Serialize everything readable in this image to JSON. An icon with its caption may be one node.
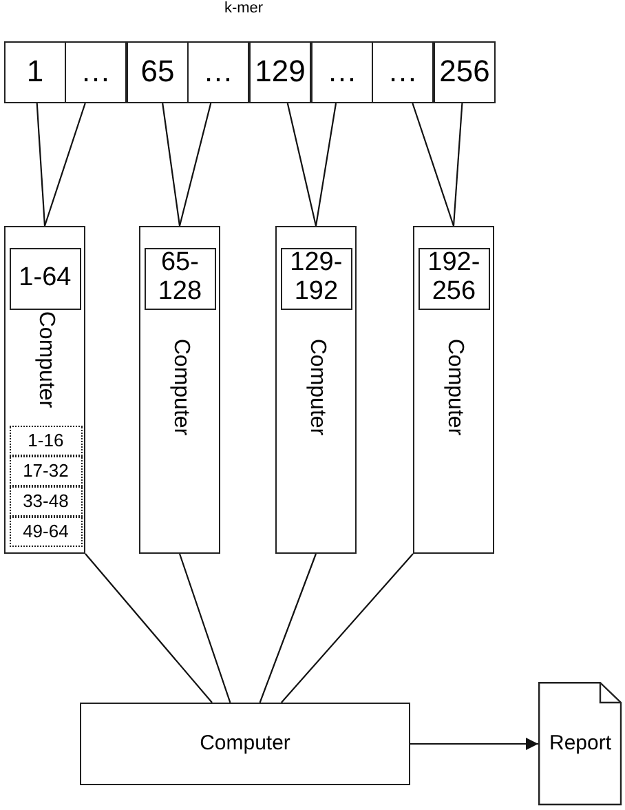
{
  "diagram": {
    "title": "k-mer",
    "nodes": [
      {
        "text": [
          "1"
        ]
      },
      {
        "text": [
          "…"
        ]
      },
      {
        "text": [
          "65"
        ]
      },
      {
        "text": [
          "…"
        ]
      },
      {
        "text": [
          "129"
        ]
      },
      {
        "text": [
          "…"
        ]
      },
      {
        "text": [
          "…"
        ]
      },
      {
        "text": [
          "256"
        ]
      },
      {
        "text": [
          "Computer"
        ]
      },
      {
        "text": [
          "1-64"
        ],
        "in": 8
      },
      {
        "text": [
          "1-16"
        ],
        "in": 8
      },
      {
        "text": [
          "17-32"
        ],
        "in": 8
      },
      {
        "text": [
          "33-48"
        ],
        "in": 8
      },
      {
        "text": [
          "49-64"
        ],
        "in": 8
      },
      {
        "text": [
          "Computer"
        ]
      },
      {
        "text": [
          "65-128"
        ],
        "in": 14
      },
      {
        "text": [
          "Computer"
        ]
      },
      {
        "text": [
          "129-192"
        ],
        "in": 16
      },
      {
        "text": [
          "Computer"
        ]
      },
      {
        "text": [
          "192-256"
        ],
        "in": 18
      },
      {
        "text": [
          "Computer"
        ]
      },
      {
        "text": [
          "Report"
        ]
      }
    ],
    "edges": [
      {
        "from": 0,
        "to": 8,
        "arrow": "none"
      },
      {
        "from": 1,
        "to": 8,
        "arrow": "none"
      },
      {
        "from": 2,
        "to": 14,
        "arrow": "none"
      },
      {
        "from": 3,
        "to": 14,
        "arrow": "none"
      },
      {
        "from": 4,
        "to": 16,
        "arrow": "none"
      },
      {
        "from": 5,
        "to": 16,
        "arrow": "none"
      },
      {
        "from": 6,
        "to": 18,
        "arrow": "none"
      },
      {
        "from": 7,
        "to": 18,
        "arrow": "none"
      },
      {
        "from": 8,
        "to": 20,
        "arrow": "none"
      },
      {
        "from": 14,
        "to": 20,
        "arrow": "none"
      },
      {
        "from": 16,
        "to": 20,
        "arrow": "none"
      },
      {
        "from": 18,
        "to": 20,
        "arrow": "none"
      },
      {
        "from": 20,
        "to": 21,
        "arrow": "to"
      }
    ]
  }
}
